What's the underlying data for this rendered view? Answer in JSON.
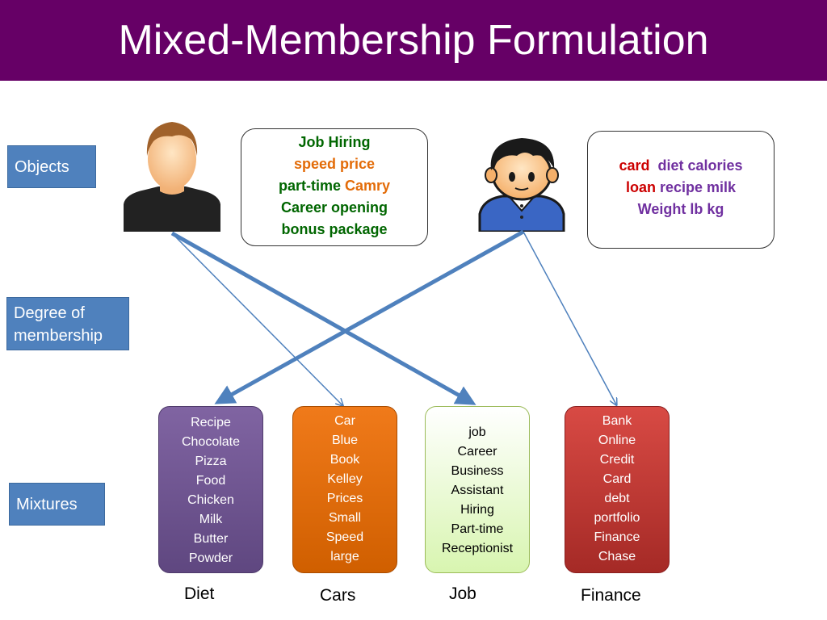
{
  "title": "Mixed-Membership Formulation",
  "labels": {
    "objects": "Objects",
    "degree_line1": "Degree of",
    "degree_line2": "membership",
    "mixtures": "Mixtures"
  },
  "documents": [
    {
      "lines": [
        [
          {
            "text": "Job Hiring",
            "color": "#006600"
          }
        ],
        [
          {
            "text": "speed price",
            "color": "#e36c09"
          }
        ],
        [
          {
            "text": "part-time ",
            "color": "#006600"
          },
          {
            "text": "Camry",
            "color": "#e36c09"
          }
        ],
        [
          {
            "text": "Career opening",
            "color": "#006600"
          }
        ],
        [
          {
            "text": "bonus package",
            "color": "#006600"
          }
        ]
      ]
    },
    {
      "lines": [
        [
          {
            "text": "card  ",
            "color": "#cc0000"
          },
          {
            "text": "diet calories",
            "color": "#7030a0"
          }
        ],
        [
          {
            "text": "loan ",
            "color": "#cc0000"
          },
          {
            "text": "recipe milk",
            "color": "#7030a0"
          }
        ],
        [
          {
            "text": "Weight lb kg",
            "color": "#7030a0"
          }
        ]
      ]
    }
  ],
  "mixtures": [
    {
      "caption": "Diet",
      "words": [
        "Recipe",
        "Chocolate",
        "Pizza",
        "Food",
        "Chicken",
        "Milk",
        "Butter",
        "Powder"
      ],
      "color": "#8064a2"
    },
    {
      "caption": "Cars",
      "words": [
        "Car",
        "Blue",
        "Book",
        "Kelley",
        "Prices",
        "Small",
        "Speed",
        "large"
      ],
      "color": "#e36c09"
    },
    {
      "caption": "Job",
      "words": [
        "job",
        "Career",
        "Business",
        "Assistant",
        "Hiring",
        "Part-time",
        "Receptionist"
      ],
      "color": "#d8f5b0"
    },
    {
      "caption": "Finance",
      "words": [
        "Bank",
        "Online",
        "Credit",
        "Card",
        "debt",
        "portfolio",
        "Finance",
        "Chase"
      ],
      "color": "#c0392b"
    }
  ],
  "icons": {
    "person1": "person-brown-hair-icon",
    "person2": "person-black-hair-icon"
  },
  "colors": {
    "title_bar": "#660066",
    "label_box": "#4f81bd",
    "arrow": "#4f81bd"
  }
}
